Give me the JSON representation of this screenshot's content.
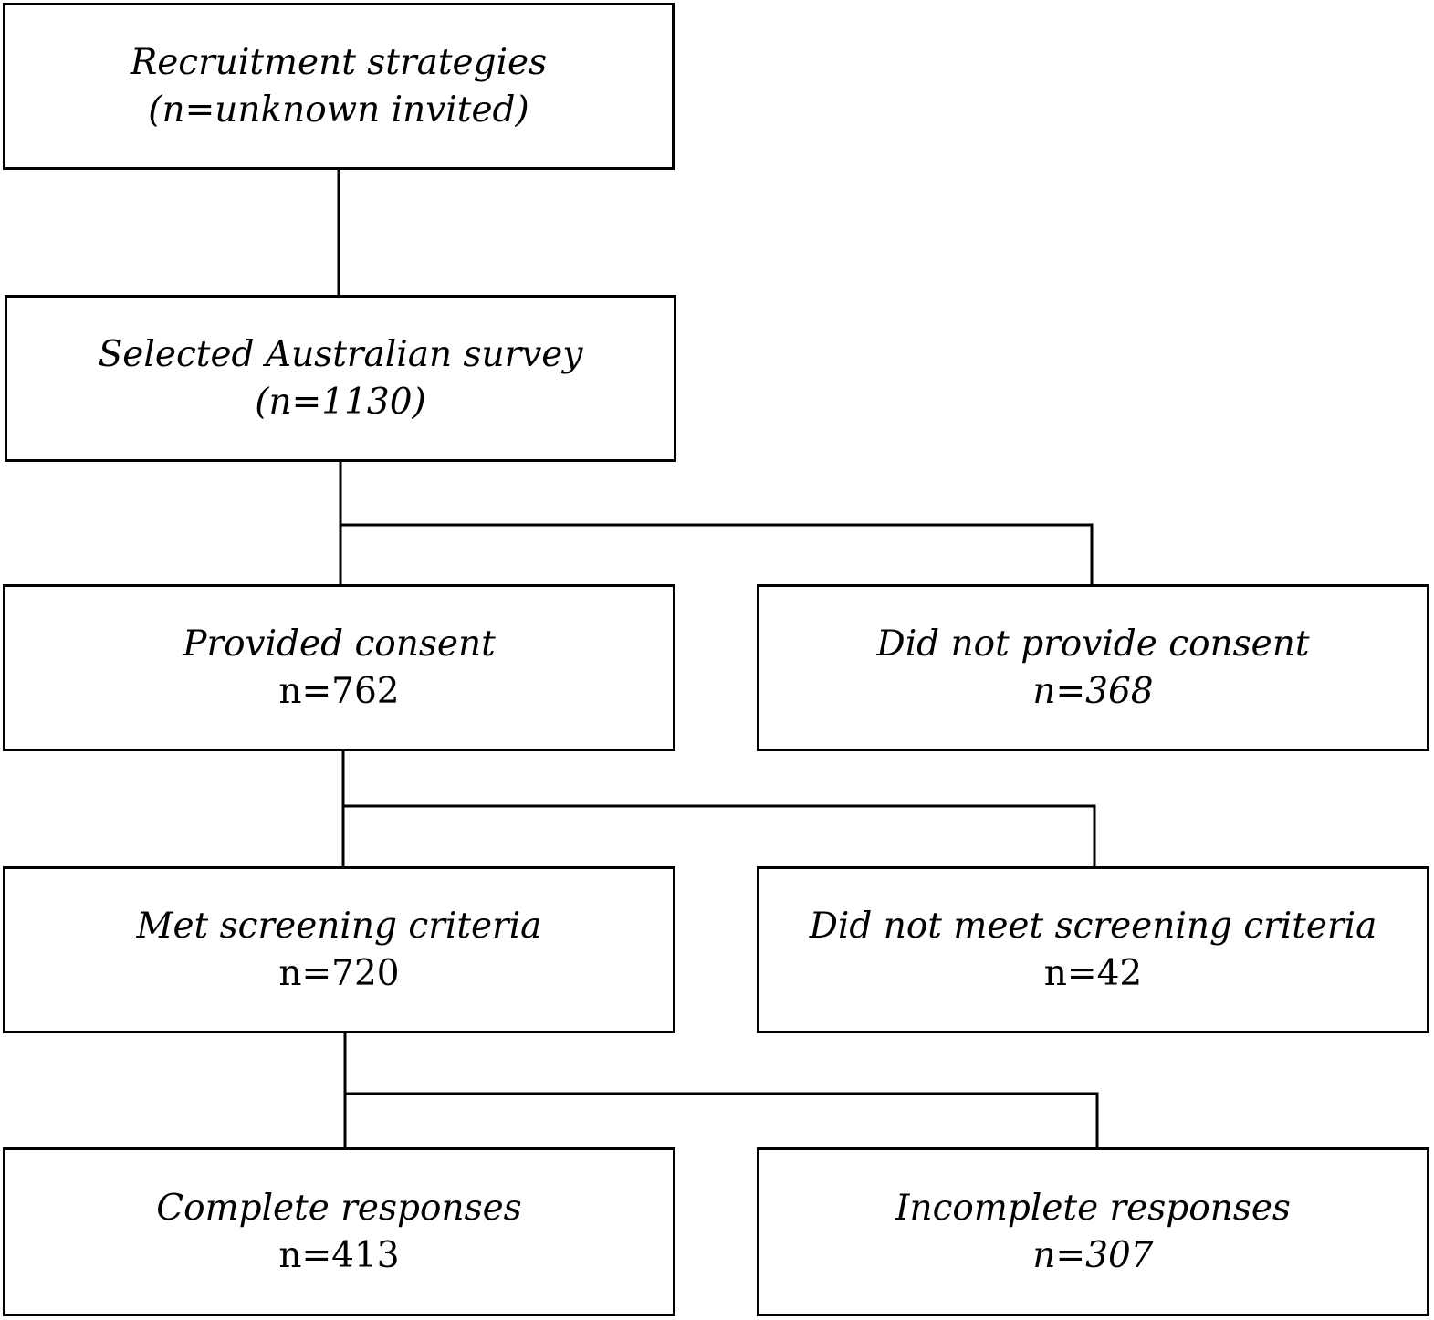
{
  "boxes": {
    "recruitment": {
      "label": "Recruitment strategies",
      "count": "(n=unknown invited)"
    },
    "selected": {
      "label": "Selected Australian survey",
      "count": "(n=1130)"
    },
    "consent": {
      "label": "Provided consent",
      "count": "n=762"
    },
    "no_consent": {
      "label": "Did not provide consent",
      "count": "n=368"
    },
    "screening": {
      "label": "Met screening criteria",
      "count": "n=720"
    },
    "no_screening": {
      "label": "Did not meet screening criteria",
      "count": "n=42"
    },
    "complete": {
      "label": "Complete responses",
      "count": "n=413"
    },
    "incomplete": {
      "label": "Incomplete responses",
      "count": "n=307"
    }
  },
  "colors": {
    "stroke": "#000000",
    "background": "#ffffff"
  }
}
